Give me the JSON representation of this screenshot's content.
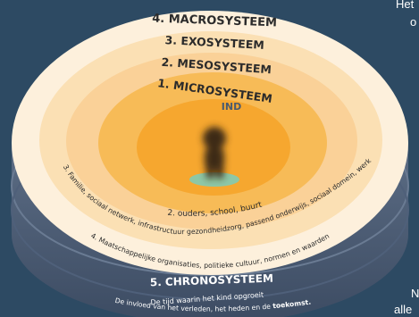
{
  "colors": {
    "background": "#2d4a63",
    "chrono_base": "#42526b",
    "chrono_band": "#56677f",
    "macro": "#fdf0dc",
    "exo": "#fbe0b4",
    "meso": "#fad198",
    "micro": "#f7bb57",
    "center": "#f6a72f",
    "ring_text": "#2b2b2b",
    "child_label": "#4a5a6e",
    "shadow": "#8ec7a6"
  },
  "edge_text": {
    "top_right": "Het",
    "second": "o",
    "bottom_right": "N",
    "bottom_right_2": "alle"
  },
  "rings": {
    "macro_title": "4. MACROSYSTEEM",
    "exo_title": "3. EXOSYSTEEM",
    "meso_title": "2. MESOSYSTEEM",
    "micro_title": "1. MICROSYSTEEM",
    "child": "IND",
    "micro_caption": "2. ouders, school, buurt",
    "exo_caption": "3. Familie, sociaal netwerk, infrastructuur gezondheidzorg, passend onderwijs, sociaal domein, werk",
    "macro_caption": "4. Maatschappelijke organisaties, politieke cultuur, normen en waarden",
    "chrono_title": "5. CHRONOSYSTEEM",
    "chrono_line1": "De tijd waarin het kind opgroeit",
    "chrono_line2_start": "De invloed van het verleden, het heden en de ",
    "chrono_line2_bold": "toekomst."
  }
}
